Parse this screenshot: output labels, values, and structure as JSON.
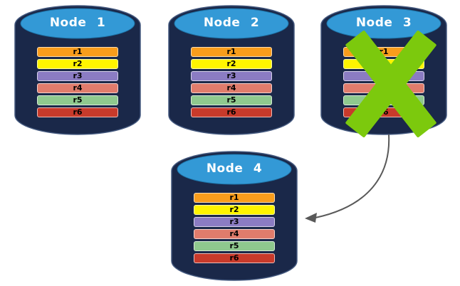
{
  "diagram": {
    "type": "database-replication-failover",
    "nodes": [
      {
        "label": "Node 1",
        "failed": false
      },
      {
        "label": "Node 2",
        "failed": false
      },
      {
        "label": "Node 3",
        "failed": true
      },
      {
        "label": "Node 4",
        "failed": false
      }
    ],
    "rows": [
      {
        "label": "r1",
        "color": "#F99D1C"
      },
      {
        "label": "r2",
        "color": "#FFF500"
      },
      {
        "label": "r3",
        "color": "#8B7CC3"
      },
      {
        "label": "r4",
        "color": "#E07C6C"
      },
      {
        "label": "r5",
        "color": "#8FC98E"
      },
      {
        "label": "r6",
        "color": "#C83A2B"
      }
    ],
    "arrow": {
      "from": "Node 3",
      "to": "Node 4"
    },
    "colors": {
      "cylinder_body": "#1A2849",
      "cylinder_edge": "#44597F",
      "cylinder_top": "#3399D6",
      "cylinder_top_edge": "#1E74A8",
      "failure_cross": "#7CC90D",
      "arrow": "#595959",
      "node_label_text": "#FFFFFF",
      "row_label_text": "#000000",
      "background": "#FFFFFF"
    }
  }
}
